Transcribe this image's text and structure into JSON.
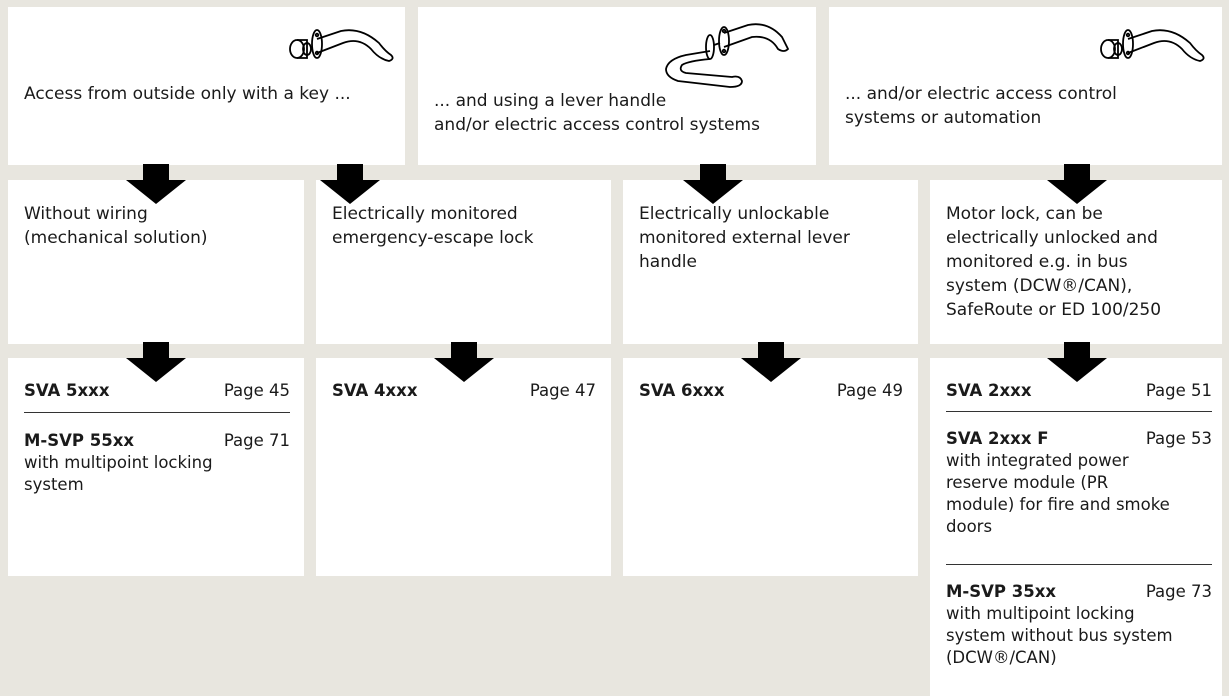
{
  "top_row": [
    {
      "text": "Access from outside only with a key ..."
    },
    {
      "text": "... and using a lever handle\nand/or electric access control systems"
    },
    {
      "text": "... and/or electric access control\nsystems or automation"
    }
  ],
  "middle_row": [
    {
      "text": "Without wiring\n(mechanical solution)"
    },
    {
      "text": "Electrically monitored\nemergency-escape lock"
    },
    {
      "text": "Electrically unlockable\nmonitored external lever\nhandle"
    },
    {
      "text": "Motor lock, can be\nelectrically unlocked and\nmonitored e.g. in bus\nsystem (DCW®/CAN),\nSafeRoute or ED 100/250"
    }
  ],
  "products": {
    "col1": [
      {
        "name": "SVA 5xxx",
        "page": "Page 45",
        "desc": ""
      },
      {
        "name": "M-SVP 55xx",
        "page": "Page 71",
        "desc": "with multipoint locking\nsystem"
      }
    ],
    "col2": [
      {
        "name": "SVA 4xxx",
        "page": "Page 47",
        "desc": ""
      }
    ],
    "col3": [
      {
        "name": "SVA 6xxx",
        "page": "Page 49",
        "desc": ""
      }
    ],
    "col4": [
      {
        "name": "SVA 2xxx",
        "page": "Page 51",
        "desc": ""
      },
      {
        "name": "SVA 2xxx F",
        "page": "Page 53",
        "desc": "with integrated power\nreserve module (PR\nmodule) for fire and smoke\ndoors"
      },
      {
        "name": "M-SVP 35xx",
        "page": "Page 73",
        "desc": "with multipoint locking\nsystem without bus system\n(DCW®/CAN)"
      }
    ]
  },
  "icons": [
    "knob-and-lever-icon",
    "double-lever-handle-icon",
    "knob-and-lever-icon"
  ],
  "colors": {
    "background": "#e8e6df",
    "box": "#ffffff",
    "arrow": "#000000"
  }
}
